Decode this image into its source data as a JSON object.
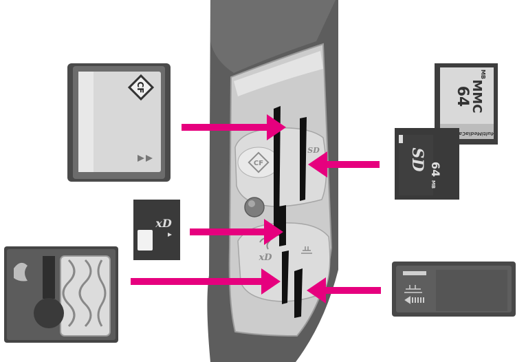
{
  "colors": {
    "arrow": "#e6007e",
    "device_dark": "#5a5a5a",
    "panel": "#c9c9c9",
    "slot": "#1a1a1a",
    "card_body": "#4b4b4b"
  },
  "labels": {
    "cf_logo": "CF",
    "sd_logo_slot": "SD",
    "xd_logo_slot": "xD",
    "sd_card_logo": "SD",
    "sd_capacity": "64",
    "sd_capacity_unit": "MB",
    "mmc_title": "MMC",
    "mmc_capacity": "64",
    "mmc_capacity_unit": "MB",
    "mmc_brand": "MultiMediaCard",
    "xd_card_logo": "xD"
  },
  "icons": [
    "compactflash-card-icon",
    "xd-picture-card-icon",
    "smartmedia-card-icon",
    "mmc-card-icon",
    "sd-card-icon",
    "memory-stick-icon",
    "arrow-right-icon",
    "arrow-left-icon"
  ]
}
